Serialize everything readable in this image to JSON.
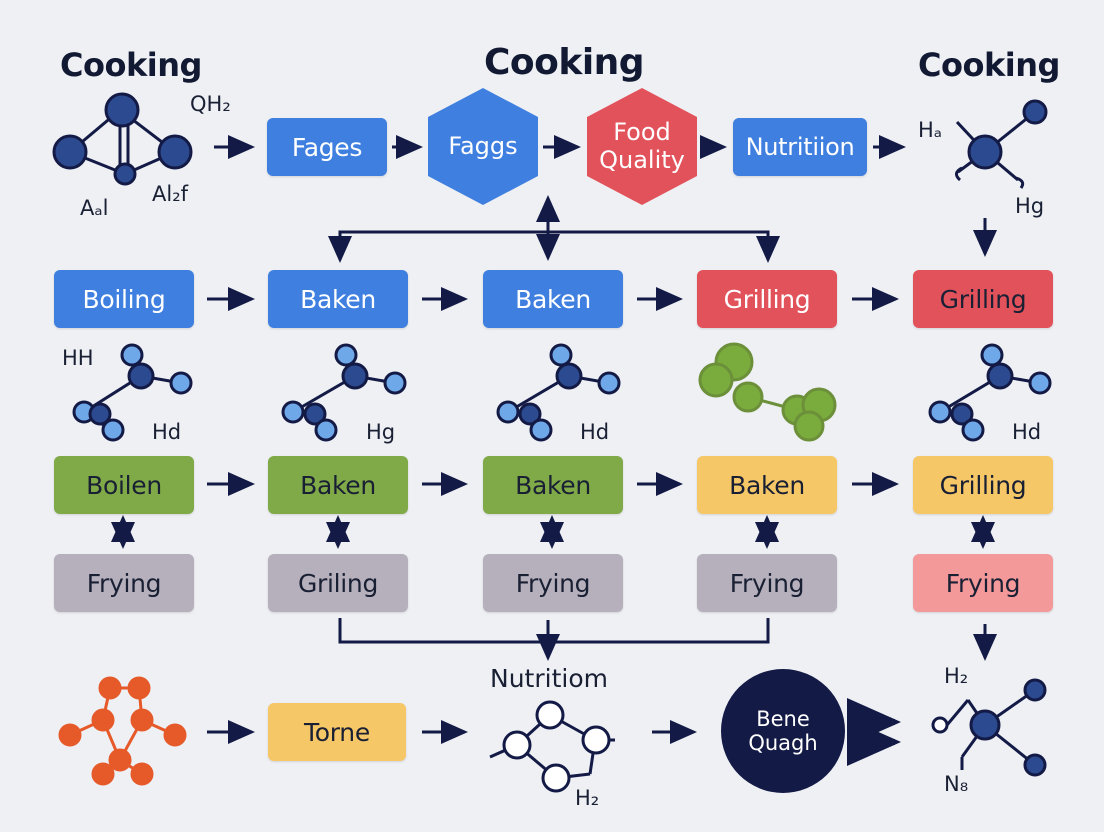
{
  "headings": {
    "left": "Cooking",
    "center": "Cooking",
    "right": "Cooking"
  },
  "top_row": {
    "formula_top": "QH₂",
    "formula_left": "Aₐl",
    "formula_right": "Al₂f",
    "fages": "Fages",
    "faggs": "Faggs",
    "food_quality": "Food\nQuality",
    "nutrition": "Nutritiion",
    "right_formula_top": "Hₐ",
    "right_formula_bottom": "Hg"
  },
  "row2": [
    "Boiling",
    "Baken",
    "Baken",
    "Grilling",
    "Grilling"
  ],
  "molecule_labels": {
    "m1_top": "HH",
    "m1_bottom": "Hd",
    "m2_bottom": "Hg",
    "m3_bottom": "Hd",
    "m5_bottom": "Hd"
  },
  "row3": [
    "Boilen",
    "Baken",
    "Baken",
    "Baken",
    "Grilling"
  ],
  "row4": [
    "Frying",
    "Griling",
    "Frying",
    "Frying",
    "Frying"
  ],
  "bottom_row": {
    "torne": "Torne",
    "nutrition_heading": "Nutritiom",
    "ring_label": "H₂",
    "circle_label": "Bene\nQuagh",
    "right_top": "H₂",
    "right_bottom": "N₈"
  },
  "colors": {
    "blue": "#3f7fe0",
    "red": "#e2525b",
    "green": "#7faa47",
    "yellow": "#f6c766",
    "gray": "#b5b0bc",
    "pink": "#f4999a",
    "navy": "#131a45",
    "atom_blue": "#2c4a8f",
    "atom_light": "#6fa8e8",
    "atom_green": "#7aab3d",
    "atom_orange": "#e65a2a"
  }
}
